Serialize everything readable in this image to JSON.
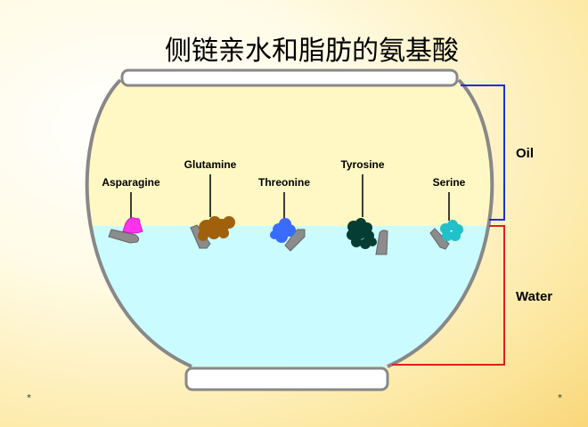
{
  "title": "侧链亲水和脂肪的氨基酸",
  "phases": {
    "oil": "Oil",
    "water": "Water"
  },
  "amino_acids": [
    {
      "name": "Asparagine",
      "color": "#ff33ee"
    },
    {
      "name": "Glutamine",
      "color": "#a0610c"
    },
    {
      "name": "Threonine",
      "color": "#3a6bff"
    },
    {
      "name": "Tyrosine",
      "color": "#053d35"
    },
    {
      "name": "Serine",
      "color": "#22c0c8"
    }
  ],
  "colors": {
    "oil": "#fff8c4",
    "water": "#c9fbff",
    "oil_bracket": "#1f2ed8",
    "water_bracket": "#e21d1d",
    "stem": "#8c8c8c"
  },
  "footnote_marks": [
    "*",
    "*"
  ]
}
